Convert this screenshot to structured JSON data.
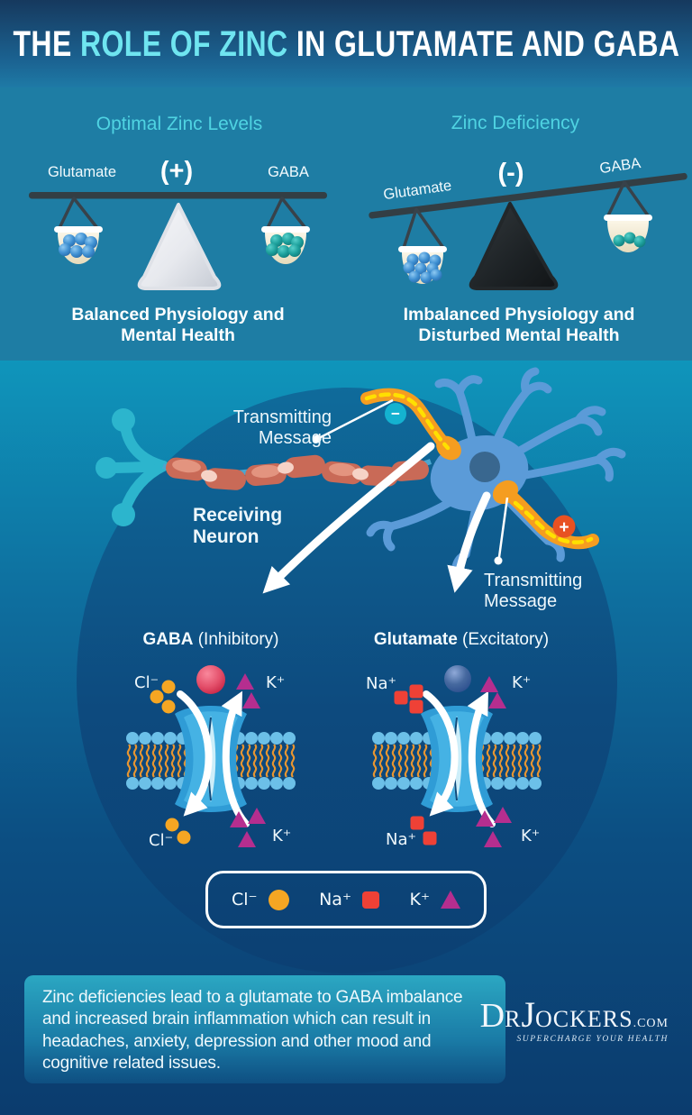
{
  "banner": {
    "title_part1": "THE ",
    "title_part2": "ROLE OF ZINC",
    "title_part3": " IN GLUTAMATE AND GABA"
  },
  "scales": {
    "optimal": {
      "heading": "Optimal Zinc Levels",
      "left_label": "Glutamate",
      "sign": "(+)",
      "right_label": "GABA",
      "caption": "Balanced Physiology and Mental Health"
    },
    "deficiency": {
      "heading": "Zinc Deficiency",
      "left_label": "Glutamate",
      "sign": "(-)",
      "right_label": "GABA",
      "caption": "Imbalanced Physiology and Disturbed Mental Health"
    }
  },
  "neuron": {
    "transmitting_top": {
      "line1": "Transmitting",
      "line2": "Message"
    },
    "receiving": {
      "line1": "Receiving",
      "line2": "Neuron"
    },
    "transmitting_bottom": {
      "line1": "Transmitting",
      "line2": "Message"
    },
    "minus": "−",
    "plus": "+"
  },
  "channels": {
    "gaba": {
      "name": "GABA",
      "type": " (Inhibitory)",
      "top_left_ion": "Cl⁻",
      "top_right_ion": "K⁺",
      "bottom_left_ion": "Cl⁻",
      "bottom_right_ion": "K⁺"
    },
    "glutamate": {
      "name": "Glutamate",
      "type": " (Excitatory)",
      "top_left_ion": "Na⁺",
      "top_right_ion": "K⁺",
      "bottom_left_ion": "Na⁺",
      "bottom_right_ion": "K⁺"
    }
  },
  "legend": {
    "items": [
      {
        "label": "Cl⁻",
        "shape": "circle",
        "color": "#F5A623"
      },
      {
        "label": "Na⁺",
        "shape": "square",
        "color": "#EF4136"
      },
      {
        "label": "K⁺",
        "shape": "triangle",
        "color": "#B52E8F"
      }
    ]
  },
  "footer": {
    "text": "Zinc deficiencies lead to a glutamate to GABA imbalance and increased brain inflammation which can result in headaches, anxiety, depression and other mood and cognitive related issues."
  },
  "brand": {
    "d": "D",
    "r": "R",
    "j": "J",
    "ockers": "OCKERS",
    "tld": ".COM",
    "tagline": "SUPERCHARGE YOUR HEALTH"
  },
  "colors": {
    "title_highlight": "#6FE5F0",
    "heading_cyan": "#4FD3E2",
    "cl_orange": "#F5A623",
    "na_red": "#EF4136",
    "k_magenta": "#B52E8F",
    "inhibitory_badge": "#14B2D0",
    "excitatory_badge": "#E85122",
    "glutamate_sphere": "#3F90D2",
    "gaba_sphere": "#1DA09C"
  }
}
